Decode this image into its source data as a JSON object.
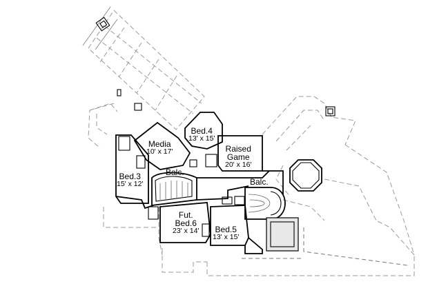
{
  "plan": {
    "rooms": [
      {
        "id": "media",
        "name": "Media",
        "dims": "10' x 17'"
      },
      {
        "id": "bed4",
        "name": "Bed.4",
        "dims": "13' x 15'"
      },
      {
        "id": "raised-game",
        "name_line1": "Raised",
        "name_line2": "Game",
        "dims": "20' x 16'"
      },
      {
        "id": "bed3",
        "name": "Bed.3",
        "dims": "15' x 12'"
      },
      {
        "id": "fut-bed6",
        "name_line1": "Fut.",
        "name_line2": "Bed.6",
        "dims": "23' x 14'"
      },
      {
        "id": "bed5",
        "name": "Bed.5",
        "dims": "13' x 15'"
      }
    ],
    "balconies": [
      {
        "id": "balc-left",
        "name": "Balc."
      },
      {
        "id": "balc-right",
        "name": "Balc."
      }
    ]
  }
}
